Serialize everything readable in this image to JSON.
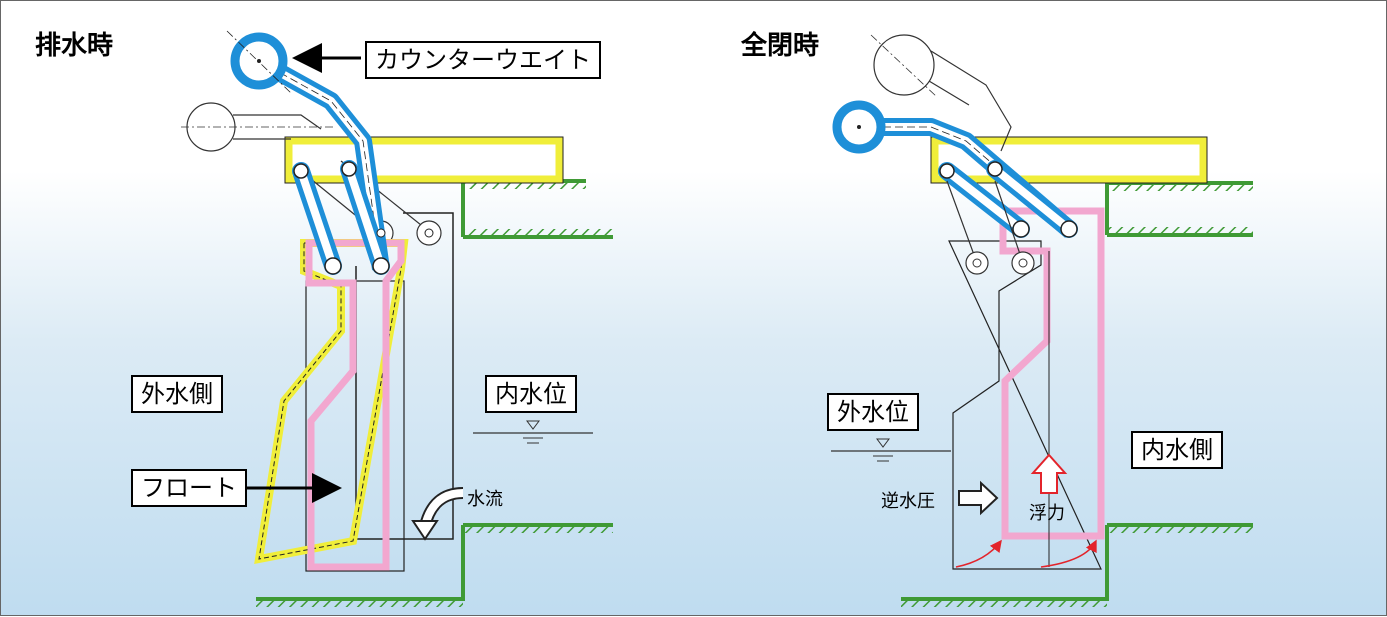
{
  "left": {
    "heading": "排水時",
    "counterweight_label": "カウンターウエイト",
    "outside_label": "外水側",
    "inner_level_label": "内水位",
    "float_label": "フロート",
    "water_flow_label": "水流"
  },
  "right": {
    "heading": "全閉時",
    "outer_level_label": "外水位",
    "inner_side_label": "内水側",
    "back_pressure_label": "逆水圧",
    "buoyancy_label": "浮力"
  },
  "colors": {
    "arm_blue": "#1e8fd8",
    "frame_yellow": "#f0ee3a",
    "float_pink": "#f2a7cf",
    "ground_green": "#3f9a35",
    "arrow_red": "#e3242b"
  }
}
